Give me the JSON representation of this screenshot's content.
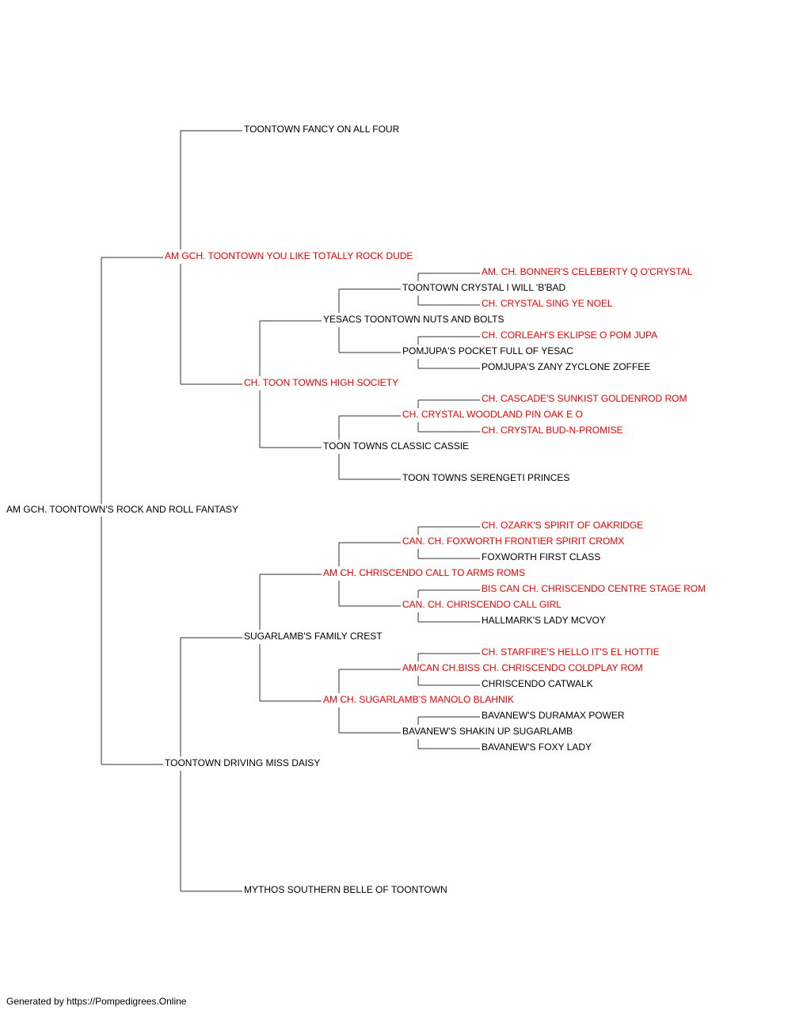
{
  "colors": {
    "line": "#333333",
    "text": "#000000",
    "champion": "#ee0000"
  },
  "subject": {
    "name": "AM GCH. TOONTOWN'S ROCK AND ROLL FANTASY",
    "champion": false
  },
  "generations": [
    [
      {
        "name": "AM GCH. TOONTOWN YOU LIKE TOTALLY ROCK DUDE",
        "champion": true
      },
      {
        "name": "TOONTOWN DRIVING MISS DAISY",
        "champion": false
      }
    ],
    [
      {
        "name": "TOONTOWN FANCY ON ALL FOUR",
        "champion": false
      },
      {
        "name": "CH. TOON TOWNS HIGH SOCIETY",
        "champion": true
      },
      {
        "name": "SUGARLAMB'S FAMILY CREST",
        "champion": false
      },
      {
        "name": "MYTHOS SOUTHERN BELLE OF TOONTOWN",
        "champion": false
      }
    ],
    [
      null,
      null,
      {
        "name": "YESACS TOONTOWN NUTS AND BOLTS",
        "champion": false
      },
      {
        "name": "TOON TOWNS CLASSIC CASSIE",
        "champion": false
      },
      {
        "name": "AM CH. CHRISCENDO CALL TO ARMS ROMS",
        "champion": true
      },
      {
        "name": "AM CH. SUGARLAMB'S MANOLO BLAHNIK",
        "champion": true
      },
      null,
      null
    ],
    [
      null,
      null,
      null,
      null,
      {
        "name": "TOONTOWN CRYSTAL I WILL 'B'BAD",
        "champion": false
      },
      {
        "name": "POMJUPA'S POCKET FULL OF YESAC",
        "champion": false
      },
      {
        "name": "CH. CRYSTAL WOODLAND PIN OAK E O",
        "champion": true
      },
      {
        "name": "TOON TOWNS SERENGETI PRINCES",
        "champion": false
      },
      {
        "name": "CAN. CH. FOXWORTH FRONTIER SPIRIT CROMX",
        "champion": true
      },
      {
        "name": "CAN. CH. CHRISCENDO CALL GIRL",
        "champion": true
      },
      {
        "name": "AM/CAN CH.BISS CH. CHRISCENDO COLDPLAY ROM",
        "champion": true
      },
      {
        "name": "BAVANEW'S SHAKIN UP SUGARLAMB",
        "champion": false
      },
      null,
      null,
      null,
      null
    ],
    [
      null,
      null,
      null,
      null,
      null,
      null,
      null,
      null,
      {
        "name": "AM. CH. BONNER'S CELEBERTY Q O'CRYSTAL",
        "champion": true
      },
      {
        "name": "CH. CRYSTAL SING YE NOEL",
        "champion": true
      },
      {
        "name": "CH. CORLEAH'S EKLIPSE O POM JUPA",
        "champion": true
      },
      {
        "name": "POMJUPA'S ZANY ZYCLONE ZOFFEE",
        "champion": false
      },
      {
        "name": "CH. CASCADE'S SUNKIST GOLDENROD ROM",
        "champion": true
      },
      {
        "name": "CH. CRYSTAL BUD-N-PROMISE",
        "champion": true
      },
      null,
      null,
      {
        "name": "CH. OZARK'S SPIRIT OF OAKRIDGE",
        "champion": true
      },
      {
        "name": "FOXWORTH FIRST CLASS",
        "champion": false
      },
      {
        "name": "BIS CAN CH. CHRISCENDO CENTRE STAGE ROM",
        "champion": true
      },
      {
        "name": "HALLMARK'S LADY MCVOY",
        "champion": false
      },
      {
        "name": "CH. STARFIRE'S HELLO IT'S EL HOTTIE",
        "champion": true
      },
      {
        "name": "CHRISCENDO CATWALK",
        "champion": false
      },
      {
        "name": "BAVANEW'S DURAMAX POWER",
        "champion": false
      },
      {
        "name": "BAVANEW'S FOXY LADY",
        "champion": false
      },
      null,
      null,
      null,
      null,
      null,
      null,
      null,
      null
    ]
  ],
  "footer": "Generated by https://Pompedigrees.Online"
}
